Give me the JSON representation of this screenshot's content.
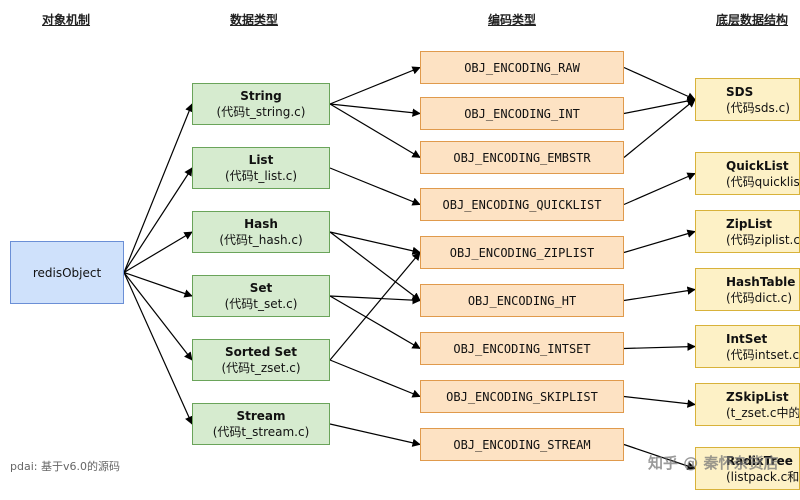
{
  "headers": {
    "object": "对象机制",
    "datatype": "数据类型",
    "encoding": "编码类型",
    "structure": "底层数据结构"
  },
  "root": {
    "label": "redisObject"
  },
  "datatypes": [
    {
      "title": "String",
      "code": "(代码t_string.c)"
    },
    {
      "title": "List",
      "code": "(代码t_list.c)"
    },
    {
      "title": "Hash",
      "code": "(代码t_hash.c)"
    },
    {
      "title": "Set",
      "code": "(代码t_set.c)"
    },
    {
      "title": "Sorted Set",
      "code": "(代码t_zset.c)"
    },
    {
      "title": "Stream",
      "code": "(代码t_stream.c)"
    }
  ],
  "encodings": [
    "OBJ_ENCODING_RAW",
    "OBJ_ENCODING_INT",
    "OBJ_ENCODING_EMBSTR",
    "OBJ_ENCODING_QUICKLIST",
    "OBJ_ENCODING_ZIPLIST",
    "OBJ_ENCODING_HT",
    "OBJ_ENCODING_INTSET",
    "OBJ_ENCODING_SKIPLIST",
    "OBJ_ENCODING_STREAM"
  ],
  "structures": [
    {
      "title": "SDS",
      "code": "(代码sds.c)"
    },
    {
      "title": "QuickList",
      "code": "(代码quicklist.c)"
    },
    {
      "title": "ZipList",
      "code": "(代码ziplist.c)"
    },
    {
      "title": "HashTable",
      "code": "(代码dict.c)"
    },
    {
      "title": "IntSet",
      "code": "(代码intset.c)"
    },
    {
      "title": "ZSkipList",
      "code": "(t_zset.c中的zsl)"
    },
    {
      "title": "RadixTree",
      "code": "(listpack.c和rax.c)"
    }
  ],
  "edges": {
    "root_to_datatype": [
      0,
      1,
      2,
      3,
      4,
      5
    ],
    "datatype_to_encoding": [
      [
        0,
        0
      ],
      [
        0,
        1
      ],
      [
        0,
        2
      ],
      [
        1,
        3
      ],
      [
        2,
        4
      ],
      [
        2,
        5
      ],
      [
        3,
        5
      ],
      [
        3,
        6
      ],
      [
        4,
        4
      ],
      [
        4,
        7
      ],
      [
        5,
        8
      ]
    ],
    "encoding_to_structure": [
      [
        0,
        0
      ],
      [
        1,
        0
      ],
      [
        2,
        0
      ],
      [
        3,
        1
      ],
      [
        4,
        2
      ],
      [
        5,
        3
      ],
      [
        6,
        4
      ],
      [
        7,
        5
      ],
      [
        8,
        6
      ]
    ]
  },
  "footer": "pdai: 基于v6.0的源码",
  "watermark": "知乎 @ 秦怀杂货店"
}
